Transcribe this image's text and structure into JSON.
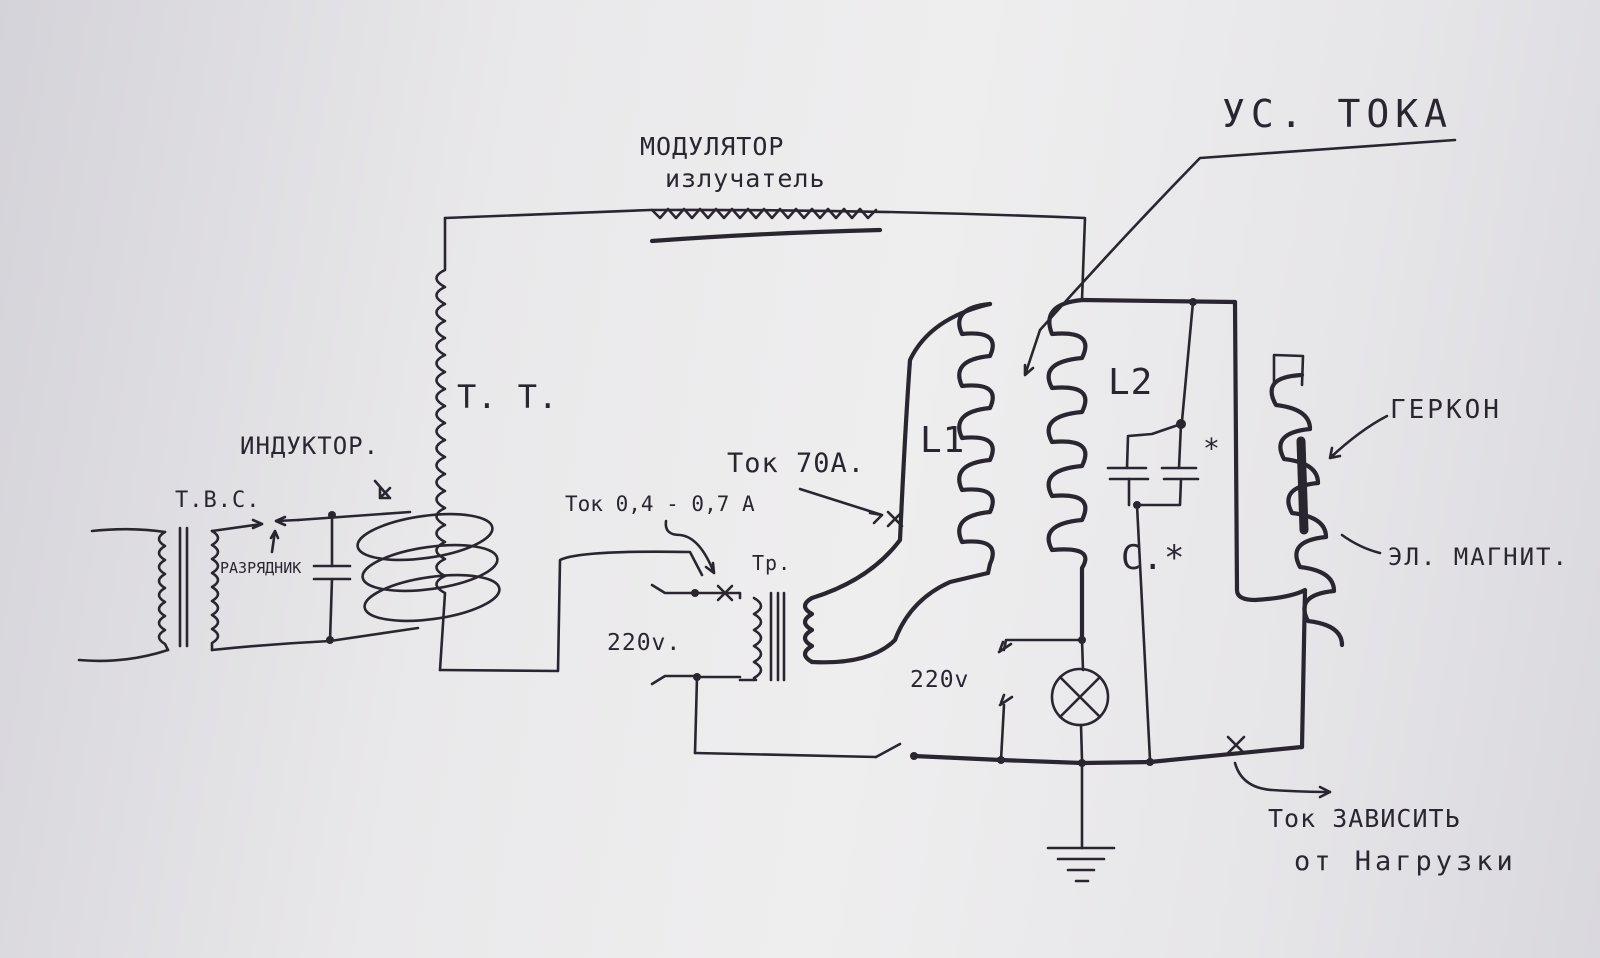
{
  "labels": {
    "modulator_line1": "МОДУЛЯТОР",
    "modulator_line2": "излучатель",
    "current_amp": "УС. ТОКА",
    "tt": "Т. Т.",
    "inductor": "ИНДУКТОР.",
    "tvs": "Т.В.С.",
    "spark_gap": "РАЗРЯДНИК",
    "l1": "L1",
    "l2": "L2",
    "current_70a": "Ток 70А.",
    "current_small": "Ток 0,4 - 0,7 А",
    "transformer": "Тр.",
    "mains_left": "220v.",
    "mains_right": "220v",
    "capacitor": "С.*",
    "capacitor_star": "*",
    "reed_switch": "ГЕРКОН",
    "electromagnet": "ЭЛ. МАГНИТ.",
    "load_line1": "Ток ЗАВИСИТЬ",
    "load_line2": "от Нагрузки"
  },
  "colors": {
    "ink": "#2a2630",
    "paper": "#ebeaed"
  }
}
